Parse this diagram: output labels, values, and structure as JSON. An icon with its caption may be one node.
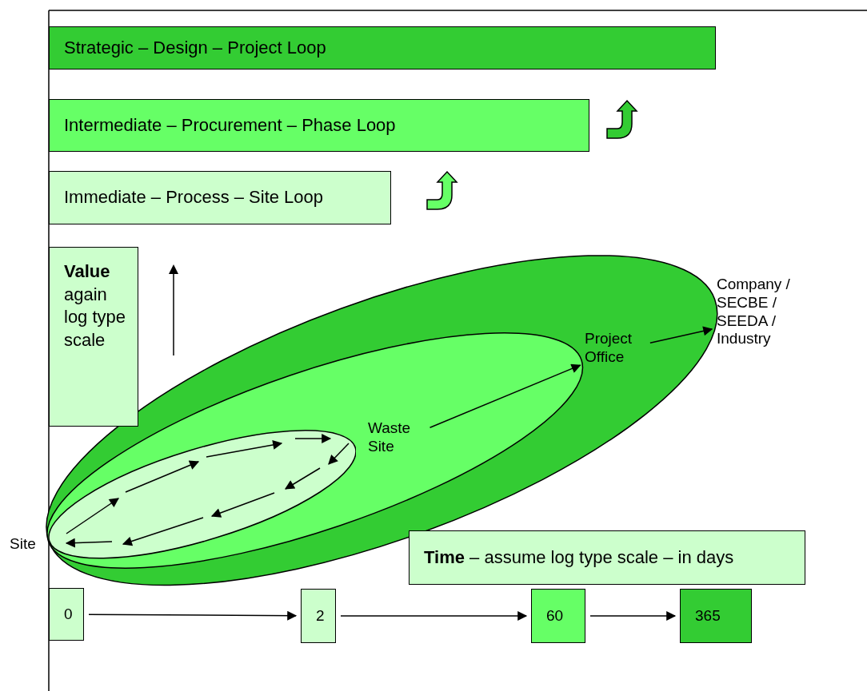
{
  "diagram": {
    "nodes": [
      {
        "text": [
          "Strategic – Design – Project Loop"
        ]
      },
      {
        "text": [
          "Intermediate – Procurement – Phase Loop"
        ]
      },
      {
        "text": [
          "Immediate – Process – Site Loop"
        ]
      },
      {
        "text": [
          "**Value** again log type scale"
        ]
      },
      {
        "text": [],
        "shape": "ellipse"
      },
      {
        "text": [],
        "shape": "ellipse",
        "in": 4
      },
      {
        "text": [],
        "shape": "ellipse",
        "in": 5
      },
      {
        "text": [
          "Company / SECBE / SEEDA / Industry"
        ]
      },
      {
        "text": [
          "Project Office"
        ],
        "in": 4
      },
      {
        "text": [
          "Waste Site"
        ],
        "in": 5
      },
      {
        "text": [
          "**Time** – assume log type scale – in days"
        ]
      },
      {
        "text": [
          "0"
        ]
      },
      {
        "text": [
          "2"
        ]
      },
      {
        "text": [
          "60"
        ]
      },
      {
        "text": [
          "365"
        ]
      }
    ],
    "edges": [
      {
        "from": 9,
        "to": 8,
        "arrow": "to"
      },
      {
        "from": 8,
        "to": 7,
        "arrow": "to"
      },
      {
        "from": 11,
        "to": 12,
        "arrow": "to"
      },
      {
        "from": 12,
        "to": 13,
        "arrow": "to"
      },
      {
        "from": 13,
        "to": 14,
        "arrow": "to"
      }
    ],
    "labels": [
      "Site"
    ]
  }
}
